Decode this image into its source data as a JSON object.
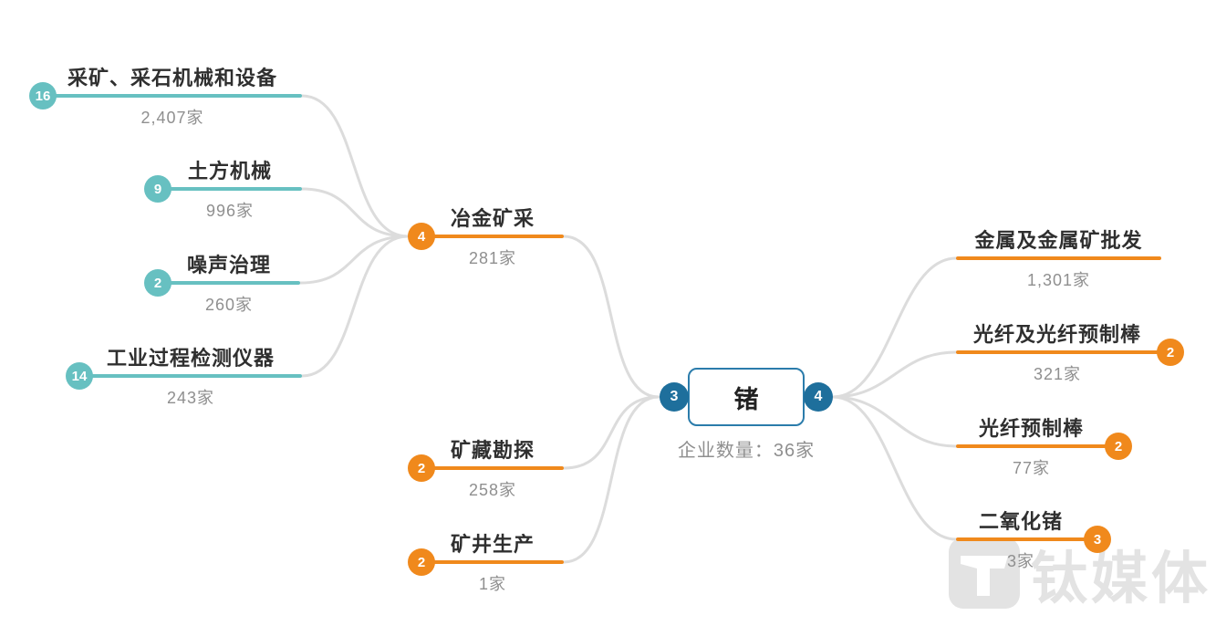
{
  "diagram_type": "mindmap",
  "colors": {
    "teal_branch": "#67c0c1",
    "orange_branch": "#f0891c",
    "center_badge_blue": "#1e6f9c",
    "center_border_blue": "#2b7cab",
    "connector_gray": "#dcdcdc",
    "label_text": "#2f2f2f",
    "count_text": "#8f8f8f",
    "watermark_gray": "#e3e3e3"
  },
  "center": {
    "label": "锗",
    "subtitle": "企业数量：36家",
    "left_badge": "3",
    "right_badge": "4"
  },
  "left_children": [
    {
      "label": "冶金矿采",
      "count": "281家",
      "badge": "4"
    },
    {
      "label": "矿藏勘探",
      "count": "258家",
      "badge": "2"
    },
    {
      "label": "矿井生产",
      "count": "1家",
      "badge": "2"
    }
  ],
  "left_grandchildren": [
    {
      "label": "采矿、采石机械和设备",
      "count": "2,407家",
      "badge": "16"
    },
    {
      "label": "土方机械",
      "count": "996家",
      "badge": "9"
    },
    {
      "label": "噪声治理",
      "count": "260家",
      "badge": "2"
    },
    {
      "label": "工业过程检测仪器",
      "count": "243家",
      "badge": "14"
    }
  ],
  "right_children": [
    {
      "label": "金属及金属矿批发",
      "count": "1,301家",
      "badge": ""
    },
    {
      "label": "光纤及光纤预制棒",
      "count": "321家",
      "badge": "2"
    },
    {
      "label": "光纤预制棒",
      "count": "77家",
      "badge": "2"
    },
    {
      "label": "二氧化锗",
      "count": "3家",
      "badge": "3"
    }
  ],
  "watermark": {
    "text": "钛媒体"
  }
}
